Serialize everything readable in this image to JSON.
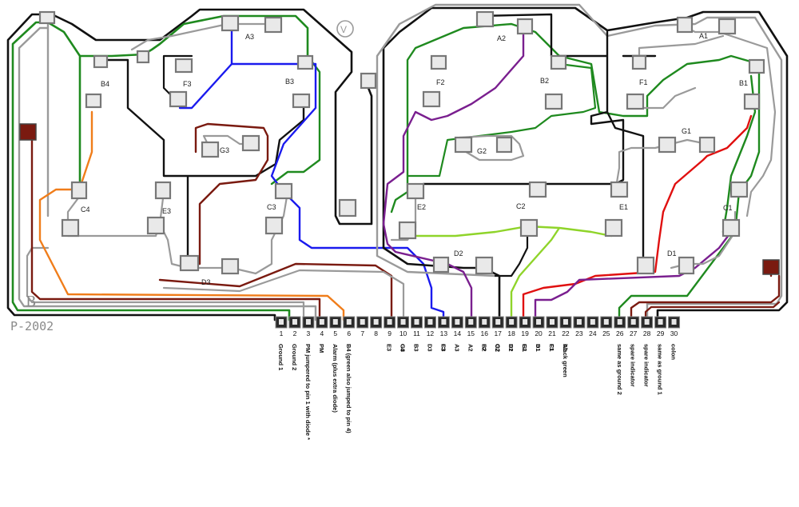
{
  "logo_mark": "B",
  "model": "P-2002",
  "corner_mark": "V",
  "segments": [
    {
      "label": "A3"
    },
    {
      "label": "B3"
    },
    {
      "label": "F3"
    },
    {
      "label": "G3"
    },
    {
      "label": "B4"
    },
    {
      "label": "C4"
    },
    {
      "label": "E3"
    },
    {
      "label": "C3"
    },
    {
      "label": "D3"
    },
    {
      "label": "A2"
    },
    {
      "label": "B2"
    },
    {
      "label": "F2"
    },
    {
      "label": "G2"
    },
    {
      "label": "E2"
    },
    {
      "label": "C2"
    },
    {
      "label": "E1"
    },
    {
      "label": "D2"
    },
    {
      "label": "A1"
    },
    {
      "label": "F1"
    },
    {
      "label": "B1"
    },
    {
      "label": "G1"
    },
    {
      "label": "C1"
    },
    {
      "label": "D1"
    }
  ],
  "pins": [
    {
      "num": "1",
      "desc": [
        "Ground 1"
      ]
    },
    {
      "num": "2",
      "desc": [
        "Ground 2"
      ]
    },
    {
      "num": "3",
      "desc": [
        "PM jumpered to pin 1 with diode *"
      ]
    },
    {
      "num": "4",
      "desc": [
        "PM"
      ]
    },
    {
      "num": "5",
      "desc": [
        "Alarm  (plus extra diode)"
      ]
    },
    {
      "num": "6",
      "desc": [
        "B4  (green also jumped to pin 4)"
      ]
    },
    {
      "num": "7",
      "desc": []
    },
    {
      "num": "8",
      "desc": []
    },
    {
      "num": "9",
      "desc": [
        "E3",
        "C4"
      ]
    },
    {
      "num": "10",
      "desc": [
        "G3",
        "B3"
      ]
    },
    {
      "num": "11",
      "desc": []
    },
    {
      "num": "12",
      "desc": [
        "D3",
        "C3"
      ]
    },
    {
      "num": "13",
      "desc": [
        "F3",
        "A3"
      ]
    },
    {
      "num": "14",
      "desc": []
    },
    {
      "num": "15",
      "desc": [
        "A2",
        "F2"
      ]
    },
    {
      "num": "16",
      "desc": [
        "B2",
        "G2"
      ]
    },
    {
      "num": "17",
      "desc": [
        "C2",
        "D2"
      ]
    },
    {
      "num": "18",
      "desc": [
        "E1",
        "E2"
      ]
    },
    {
      "num": "19",
      "desc": [
        "G1",
        "B1"
      ]
    },
    {
      "num": "20",
      "desc": [
        "D1",
        "C1"
      ]
    },
    {
      "num": "21",
      "desc": [
        "F1",
        "A1"
      ]
    },
    {
      "num": "22",
      "desc": [
        "black green"
      ]
    },
    {
      "num": "23",
      "desc": []
    },
    {
      "num": "24",
      "desc": []
    },
    {
      "num": "25",
      "desc": []
    },
    {
      "num": "26",
      "desc": [
        "same as ground 2"
      ]
    },
    {
      "num": "27",
      "desc": [
        "spare indicator"
      ]
    },
    {
      "num": "28",
      "desc": [
        "spare indicator"
      ]
    },
    {
      "num": "29",
      "desc": [
        "same as ground 1"
      ]
    },
    {
      "num": "30",
      "desc": [
        "colon"
      ]
    }
  ],
  "colors": {
    "black": "#111111",
    "green": "#1f8a1f",
    "grey": "#9a9a9a",
    "blue": "#1a1aee",
    "purple": "#7a1f8f",
    "brown": "#7a1a10",
    "orange": "#f07d1a",
    "red": "#e01010",
    "lightgreen": "#8fd42a"
  }
}
